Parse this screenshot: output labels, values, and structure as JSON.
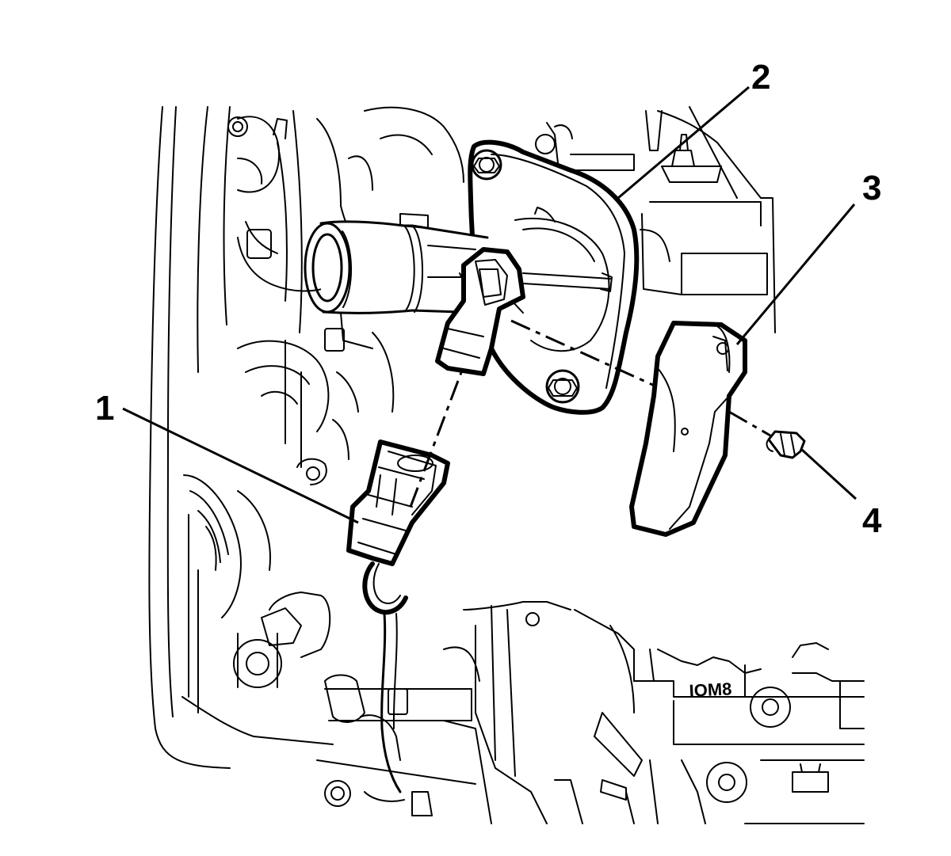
{
  "callouts": [
    {
      "id": "1",
      "label": "1"
    },
    {
      "id": "2",
      "label": "2"
    },
    {
      "id": "3",
      "label": "3"
    },
    {
      "id": "4",
      "label": "4"
    }
  ],
  "casting_mark": "IOM8"
}
